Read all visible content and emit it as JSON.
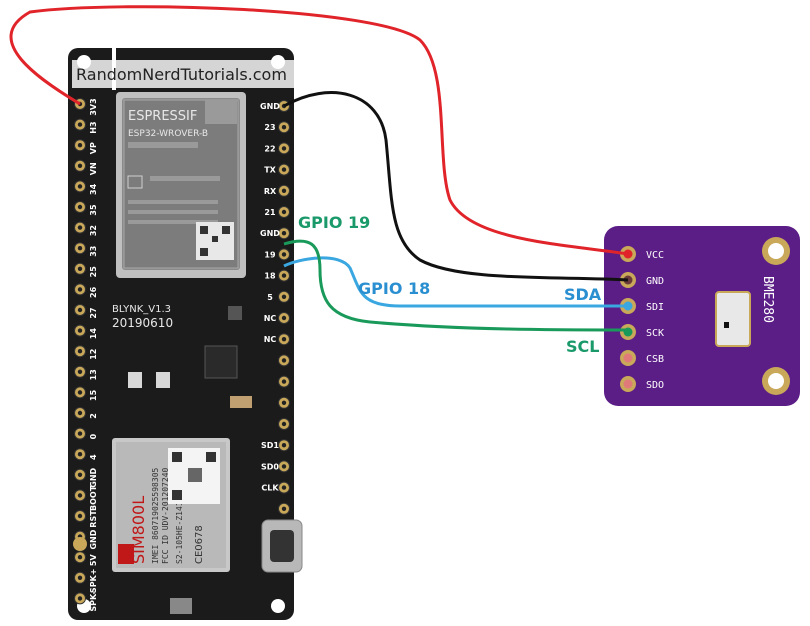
{
  "watermark": "RandomNerdTutorials.com",
  "board": {
    "module_brand": "ESPRESSIF",
    "module_model": "ESP32-WROVER-B",
    "board_name": "BLYNK_V1.3",
    "board_date": "20190610",
    "left_pins": [
      "3V3",
      "H3",
      "VP",
      "VN",
      "34",
      "35",
      "32",
      "33",
      "25",
      "26",
      "27",
      "14",
      "12",
      "13",
      "15",
      "2",
      "0",
      "4",
      "GND",
      "BOOT",
      "RST",
      "GND",
      "5V",
      "SPK+",
      "SPK-"
    ],
    "right_pins": [
      "GND",
      "23",
      "22",
      "TX",
      "RX",
      "21",
      "GND",
      "19",
      "18",
      "5",
      "NC",
      "NC",
      "",
      "",
      "",
      "",
      "SD1",
      "SD0",
      "CLK",
      "",
      "",
      ""
    ],
    "sim_model": "SIM800L",
    "sim_imei": "IMEI 860719025598305",
    "sim_fcc": "FCC ID UDV-201207240",
    "sim_line3": "S2-105HE-Z141B",
    "sim_ce": "CE0678"
  },
  "sensor": {
    "name": "BME280",
    "pins": [
      "VCC",
      "GND",
      "SDI",
      "SCK",
      "CSB",
      "SDO"
    ]
  },
  "wire_labels": {
    "gpio19": "GPIO 19",
    "gpio18": "GPIO 18",
    "sda": "SDA",
    "scl": "SCL"
  },
  "colors": {
    "board": "#1b1b1b",
    "sensor": "#5b1d86",
    "wire_vcc": "#e0242a",
    "wire_gnd": "#111111",
    "wire_sda": "#3aa7e0",
    "wire_scl": "#1a9a5a",
    "label_green": "#1a9a6a",
    "label_blue": "#2a8fd0"
  }
}
